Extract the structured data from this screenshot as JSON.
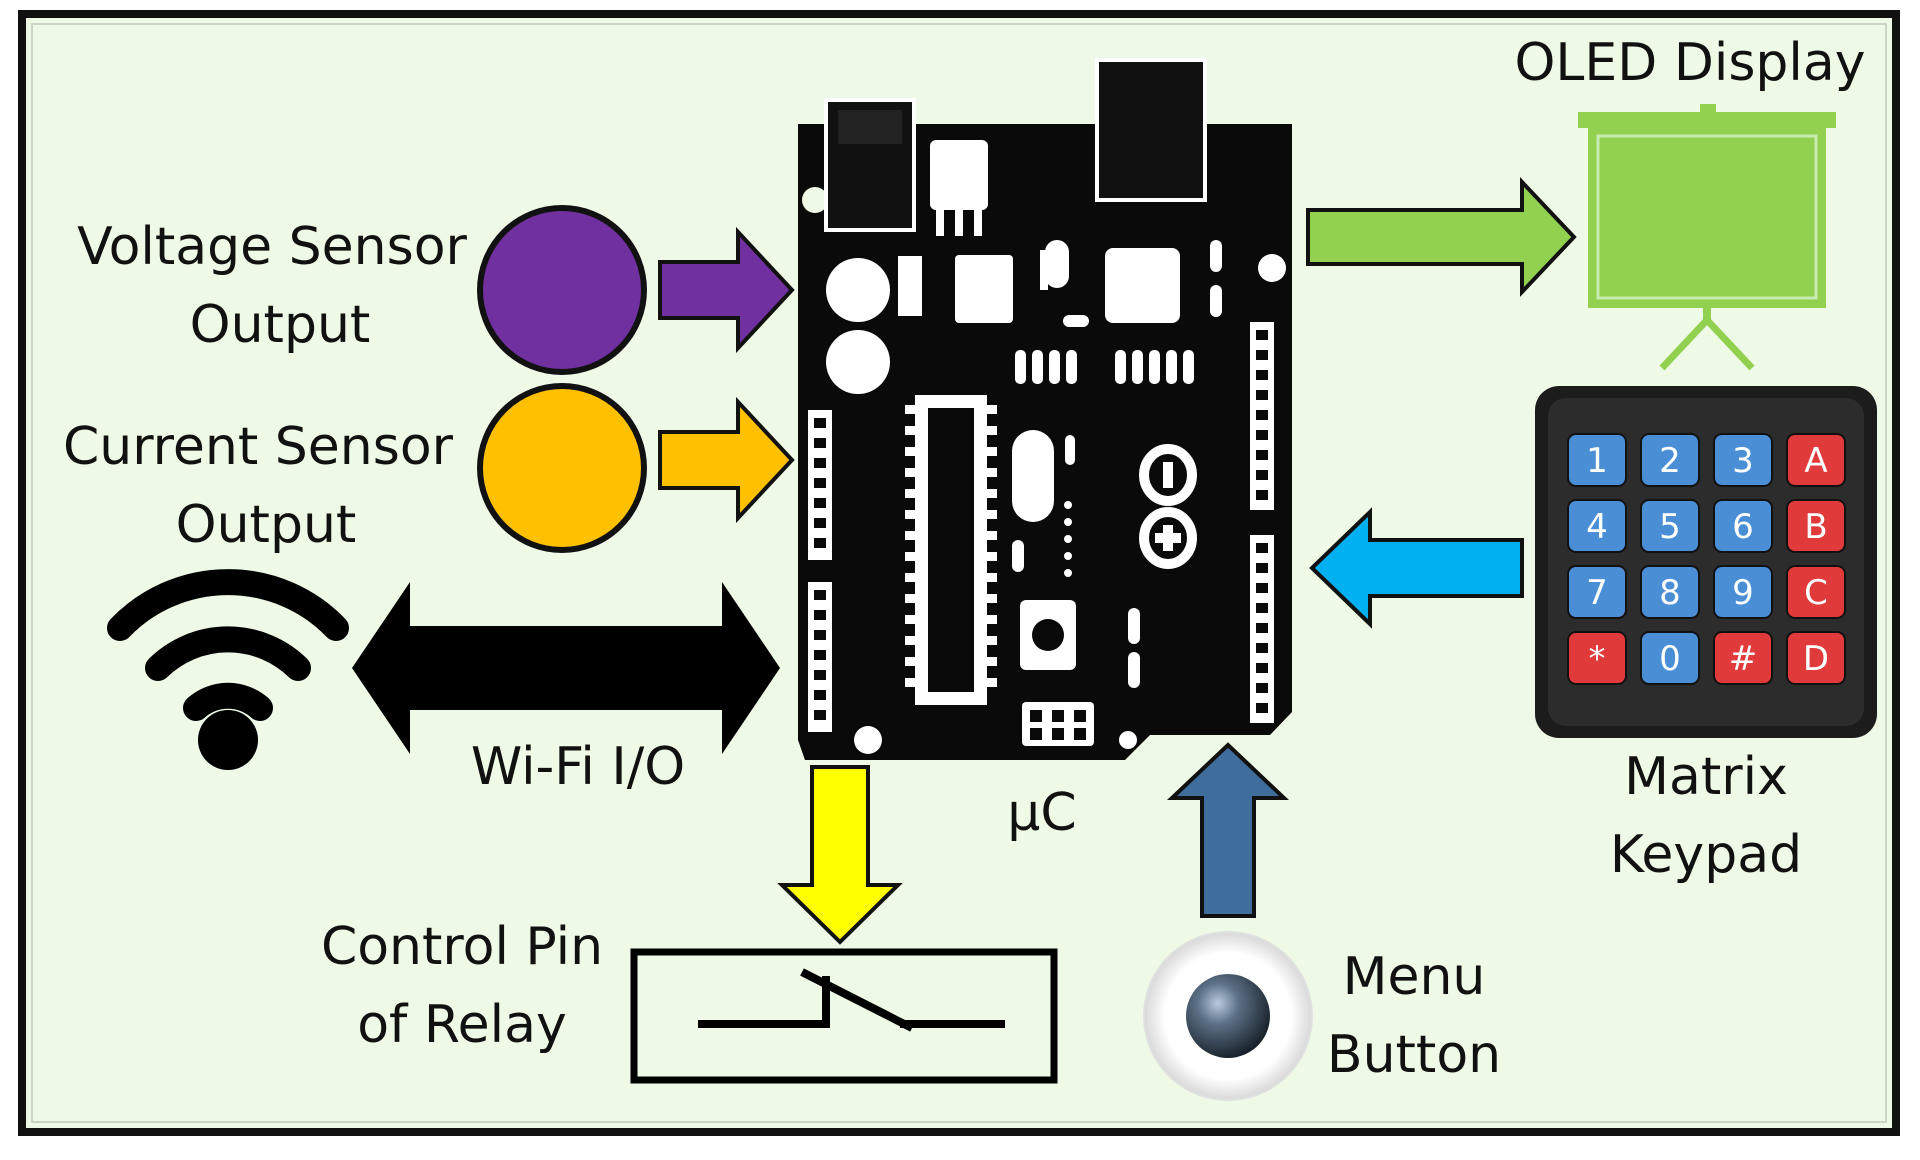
{
  "colors": {
    "background": "#eefae6",
    "frame": "#111111",
    "voltage": "#7030a0",
    "current": "#ffc000",
    "oled": "#92d050",
    "keypad_arrow": "#00b0f0",
    "relay_arrow": "#ffff00",
    "button_arrow": "#3f6e9c",
    "key_blue": "#4a8fd6",
    "key_red": "#e03a3a",
    "board": "#0a0a0a"
  },
  "labels": {
    "voltage_line1": "Voltage Sensor",
    "voltage_line2": "Output",
    "current_line1": "Current Sensor",
    "current_line2": "Output",
    "wifi": "Wi-Fi I/O",
    "mcu": "μC",
    "oled": "OLED Display",
    "keypad_line1": "Matrix",
    "keypad_line2": "Keypad",
    "relay_line1": "Control Pin",
    "relay_line2": "of Relay",
    "menu_line1": "Menu",
    "menu_line2": "Button"
  },
  "keypad": {
    "keys": [
      "1",
      "2",
      "3",
      "A",
      "4",
      "5",
      "6",
      "B",
      "7",
      "8",
      "9",
      "C",
      "*",
      "0",
      "#",
      "D"
    ]
  },
  "icons": {
    "wifi": "wifi-icon",
    "board": "arduino-board-icon",
    "oled": "projector-screen-icon",
    "keypad": "matrix-keypad-icon",
    "relay": "relay-switch-icon",
    "button": "push-button-icon"
  }
}
